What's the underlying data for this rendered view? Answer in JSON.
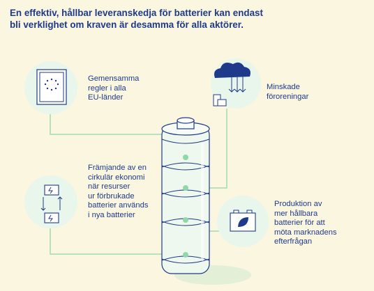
{
  "headline": {
    "line1": "En effektiv, hållbar leveranskedja för batterier kan endast",
    "line2": "bli verklighet om kraven är desamma för alla aktörer."
  },
  "items": [
    {
      "id": "eu",
      "icon": "eu-flag-book-icon",
      "lines": [
        "Gemensamma",
        "regler i alla",
        "EU-länder"
      ]
    },
    {
      "id": "pollution",
      "icon": "factory-pollution-icon",
      "lines": [
        "Minskade",
        "föroreningar"
      ]
    },
    {
      "id": "circular",
      "icon": "battery-recycling-icon",
      "lines": [
        "Främjande av en",
        "cirkulär ekonomi",
        "när resurser",
        "ur förbrukade",
        "batterier används",
        "i nya batterier"
      ]
    },
    {
      "id": "production",
      "icon": "green-battery-leaf-icon",
      "lines": [
        "Produktion av",
        "mer hållbara",
        "batterier för att",
        "möta marknadens",
        "efterfrågan"
      ]
    }
  ],
  "colors": {
    "background": "#fbf6df",
    "text": "#1f3a8a",
    "green": "#8fd9a8",
    "icon_circle": "#e8f6ec",
    "outline": "#1f3a8a"
  }
}
